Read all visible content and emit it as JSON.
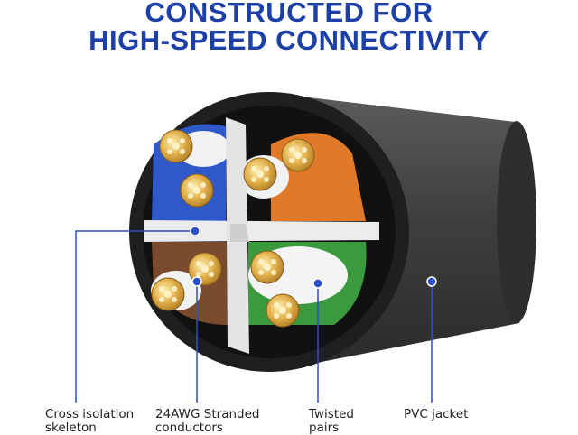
{
  "headline": {
    "line1": "CONSTRUCTED FOR",
    "line2": "HIGH-SPEED CONNECTIVITY"
  },
  "callouts": [
    {
      "line1": "Cross isolation",
      "line2": "skeleton"
    },
    {
      "line1": "24AWG Stranded",
      "line2": "conductors"
    },
    {
      "line1": "Twisted",
      "line2": "pairs"
    },
    {
      "line1": "PVC jacket",
      "line2": ""
    }
  ],
  "colors": {
    "headline": "#1c3fa8",
    "callout_line": "#2b4fc9",
    "jacket": "#4a4a4a",
    "separator": "#e9e9e9",
    "copper": "#d9a640",
    "pair_blue": "#2f58c8",
    "pair_orange": "#e07a28",
    "pair_green": "#3c9a3e",
    "pair_brown": "#7a4a2e"
  }
}
